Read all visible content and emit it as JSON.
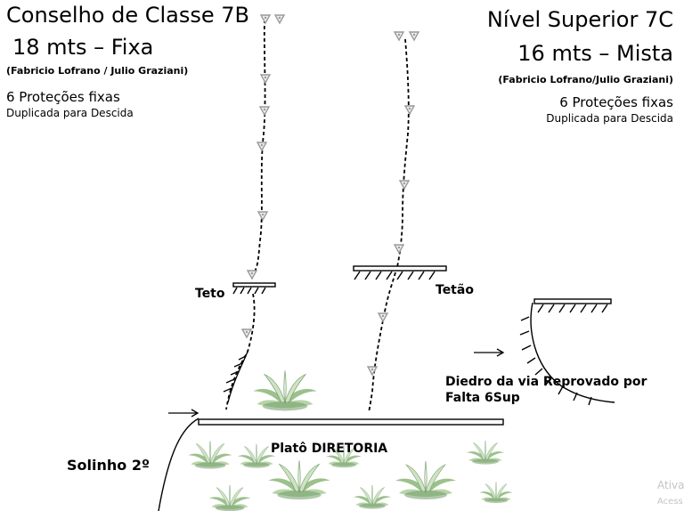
{
  "route_left": {
    "name": "Conselho de Classe 7B",
    "length": "18 mts – Fixa",
    "authors": "(Fabricio Lofrano  / Julio Graziani)",
    "protections": "6 Proteções fixas",
    "descent": "Duplicada para Descida"
  },
  "route_right": {
    "name": "Nível Superior 7C",
    "length": "16 mts – Mista",
    "authors": "(Fabricio Lofrano/Julio Graziani)",
    "protections": "6 Proteções fixas",
    "descent": "Duplicada para Descida"
  },
  "labels": {
    "teto": "Teto",
    "tetao": "Tetão",
    "diedro_line1": "Diedro da via Reprovado por",
    "diedro_line2": "Falta 6Sup",
    "plato": "Platô DIRETORIA",
    "solinho": "Solinho 2º"
  },
  "watermark": {
    "line1": "Ativa",
    "line2": "Acess"
  },
  "colors": {
    "ink": "#000000",
    "bolt": "#9a9a9a",
    "plant_light": "#cfe3c4",
    "plant_mid": "#9cc18c",
    "plant_dark": "#6f9a66",
    "watermark": "#c4c4c4"
  },
  "icons": {
    "bolt": "quickdraw-icon",
    "plant": "bromeliad-icon",
    "arrow": "arrow-right-icon"
  }
}
